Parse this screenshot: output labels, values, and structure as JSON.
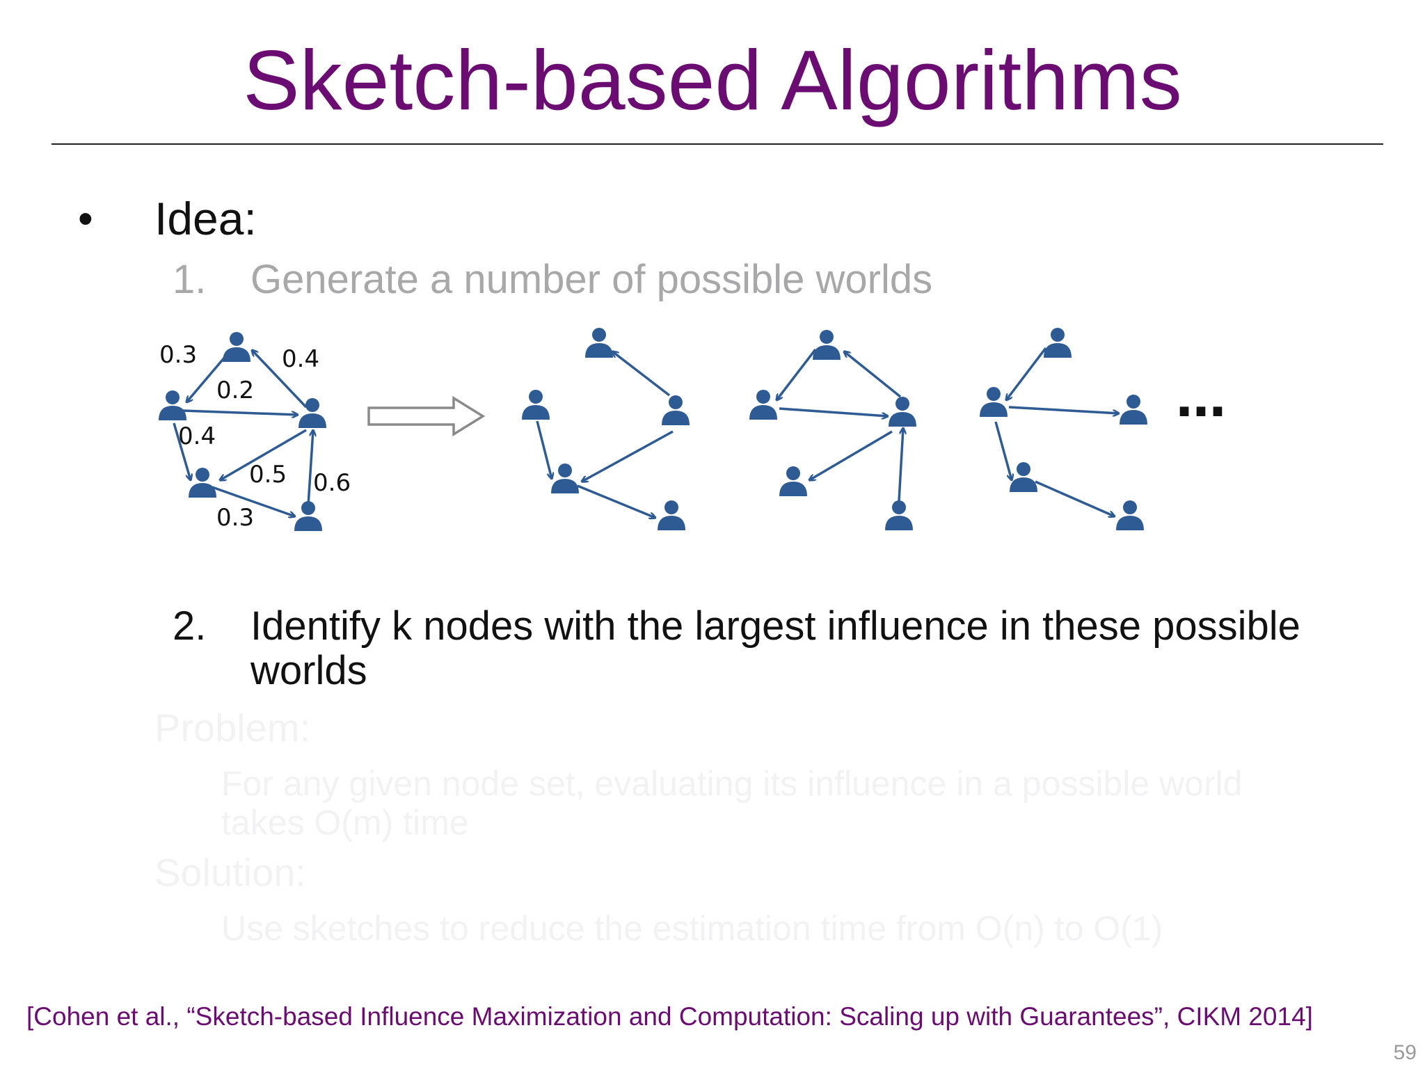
{
  "slide": {
    "title": "Sketch-based Algorithms",
    "bullet_symbol": "•",
    "bullet": "Idea:",
    "step1": {
      "num": "1.",
      "text": "Generate a number of possible worlds"
    },
    "step2": {
      "num": "2.",
      "text": "Identify k nodes with the largest influence in these possible worlds"
    },
    "faded": {
      "problem_label": "Problem:",
      "problem_text": "For any given node set, evaluating its influence in a possible world takes O(m) time",
      "solution_label": "Solution:",
      "solution_text": "Use sketches to reduce the estimation time from O(n) to O(1)"
    },
    "ellipsis": "…",
    "citation": "[Cohen et al., “Sketch-based Influence Maximization and Computation: Scaling up with Guarantees”, CIKM 2014]",
    "page_number": "59"
  },
  "graph": {
    "edge_labels": [
      "0.3",
      "0.4",
      "0.2",
      "0.4",
      "0.5",
      "0.6",
      "0.3"
    ]
  },
  "colors": {
    "title": "#6b0c72",
    "node": "#2e5b93",
    "arrow_outline": "#8a8a8a"
  },
  "icons": [
    "person-icon",
    "arrow-right-icon"
  ]
}
